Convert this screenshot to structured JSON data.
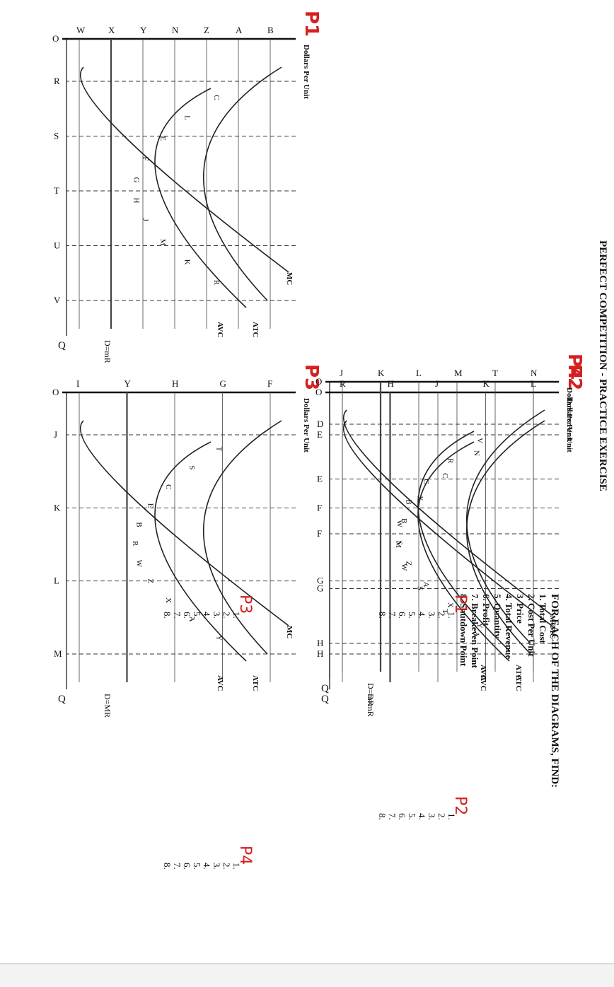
{
  "title": "PERFECT COMPETITION - PRACTICE EXERCISE",
  "instructions": {
    "heading": "FOR EACH OF THE DIAGRAMS, FIND:",
    "items": [
      "1. Total Cost",
      "2. Cost Per Unit",
      "3. Price",
      "4. Total Revenue",
      "5. Quantity",
      "6. Profit",
      "7. Breakeven Point",
      "8. Shutdown Point"
    ]
  },
  "answer_numbers": [
    "1.",
    "2.",
    "3.",
    "4.",
    "5.",
    "6.",
    "7.",
    "8."
  ],
  "handwritten_tags": [
    "P1",
    "P2",
    "P3",
    "P4"
  ],
  "common": {
    "y_axis": "Dollars Per Unit",
    "q_axis": "Q",
    "origin": "O",
    "mc": "MC",
    "atc": "ATC",
    "avc": "AVC"
  },
  "diagrams": [
    {
      "tag": "P1",
      "price_labels": [
        "B",
        "A",
        "Z",
        "N",
        "Y",
        "X",
        "W"
      ],
      "quantity_labels": [
        "R",
        "S",
        "T",
        "U",
        "V"
      ],
      "point_labels": [
        "C",
        "L",
        "E",
        "F",
        "G",
        "H",
        "J",
        "M",
        "K",
        "R"
      ],
      "demand": "D=mR"
    },
    {
      "tag": "P2",
      "price_labels": [
        "L",
        "K",
        "J",
        "H",
        "R"
      ],
      "quantity_labels": [
        "E",
        "F",
        "G",
        "H"
      ],
      "point_labels": [
        "N",
        "C",
        "X",
        "B",
        "M",
        "W",
        "S",
        "T",
        "A"
      ],
      "demand": "D=mR"
    },
    {
      "tag": "P3",
      "price_labels": [
        "F",
        "G",
        "H",
        "Y",
        "I"
      ],
      "quantity_labels": [
        "J",
        "K",
        "L",
        "M"
      ],
      "point_labels": [
        "T",
        "S",
        "C",
        "E",
        "B",
        "R",
        "W",
        "Z",
        "X",
        "A",
        "Y"
      ],
      "demand": "D=MR"
    },
    {
      "tag": "P4",
      "price_labels": [
        "N",
        "T",
        "M",
        "L",
        "K",
        "J"
      ],
      "quantity_labels": [
        "D",
        "E",
        "F",
        "G",
        "H"
      ],
      "point_labels": [
        "V",
        "R",
        "C",
        "B",
        "W",
        "S",
        "Z",
        "A",
        "X",
        "Y"
      ],
      "demand": "D=mR"
    }
  ]
}
